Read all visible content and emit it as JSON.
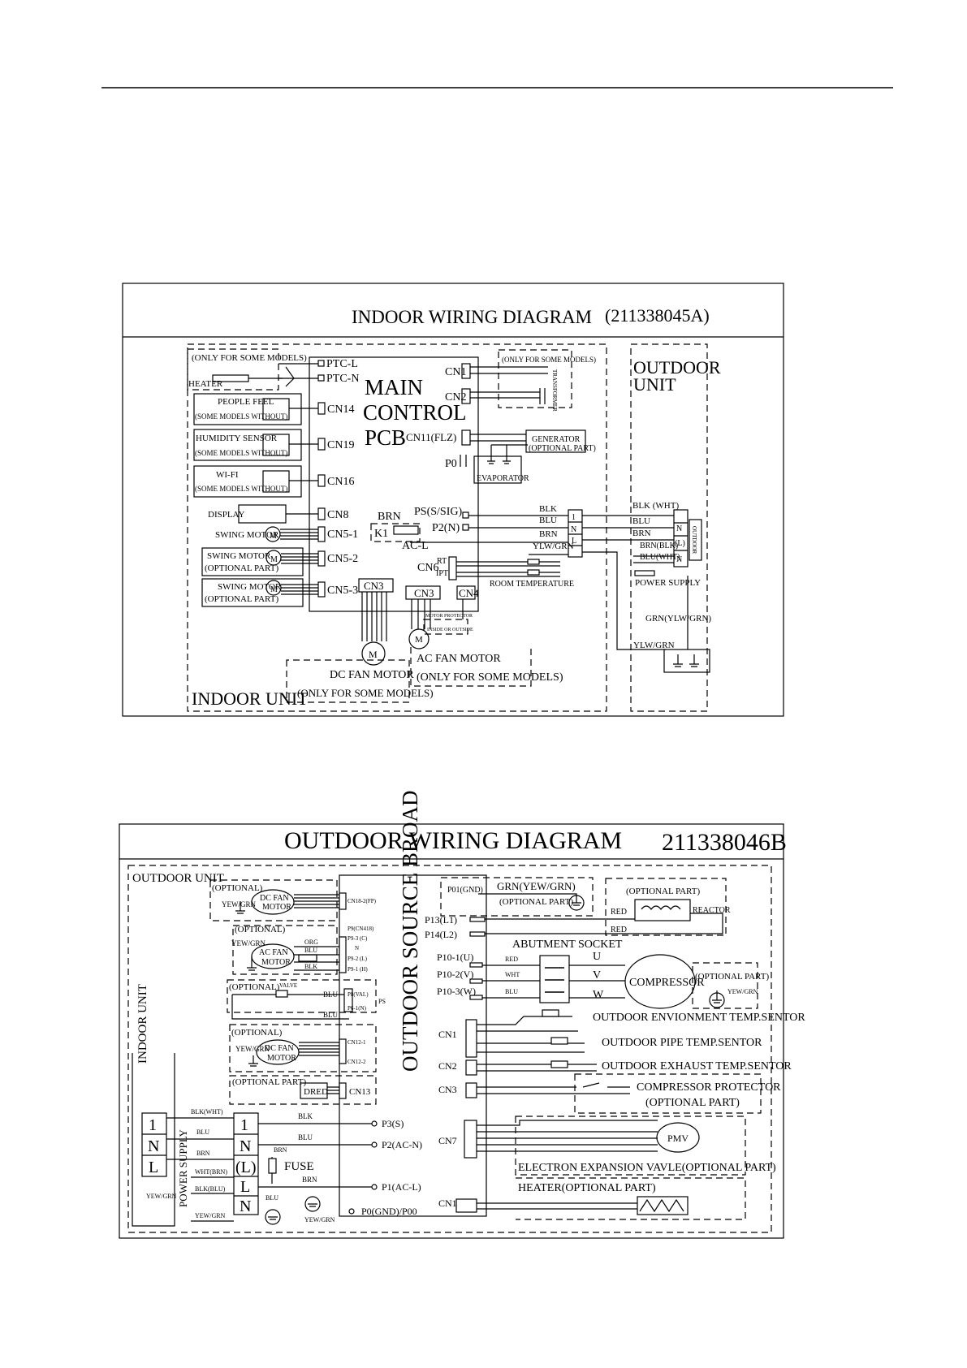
{
  "indoor": {
    "title": "INDOOR WIRING DIAGRAM",
    "code": "(211338045A)",
    "main_pcb": [
      "MAIN",
      "CONTROL",
      "PCB"
    ],
    "indoor_unit": "INDOOR UNIT",
    "outdoor_unit": [
      "OUTDOOR",
      "UNIT"
    ],
    "only_some": "(ONLY FOR SOME MODELS)",
    "heater": "HEATER",
    "ptc_l": "PTC-L",
    "ptc_n": "PTC-N",
    "people_feel": "PEOPLE FEEL",
    "some_without": "(SOME MODELS WITHOUT)",
    "humidity": "HUMIDITY SENSOR",
    "wifi": "WI-FI",
    "display": "DISPLAY",
    "swing": "SWING MOTOR",
    "optional": "(OPTIONAL PART)",
    "cn14": "CN14",
    "cn19": "CN19",
    "cn16": "CN16",
    "cn8": "CN8",
    "cn51": "CN5-1",
    "cn52": "CN5-2",
    "cn53": "CN5-3",
    "cn1": "CN1",
    "cn2": "CN2",
    "cn11": "CN11(FLZ)",
    "p0": "P0",
    "transformer": "TRANSFORMER",
    "generator": "GENERATOR",
    "evaporator": "EVAPORATOR",
    "ps": "PS(S/SIG)",
    "p2": "P2(N)",
    "brn": "BRN",
    "k1": "K1",
    "acl": "AC-L",
    "cn6": "CN6",
    "rt": "RT",
    "ipt": "IPT",
    "room_temp": "ROOM TEMPERATURE",
    "cn3": "CN3",
    "cn4": "CN4",
    "motor_protector": "MOTOR PROTECTOR",
    "inside_outside": "INSIDE OR OUTSIDE",
    "ac_fan": "AC FAN MOTOR",
    "only_some2": "(ONLY FOR SOME MODELS)",
    "dc_fan": "DC FAN MOTOR",
    "only_some3": "(ONLY FOR SOME MODELS)",
    "w_blk": "BLK",
    "w_blu": "BLU",
    "w_brn": "BRN",
    "w_ylw": "YLW/GRN",
    "o_blk": "BLK (WHT)",
    "o_blu": "BLU",
    "o_brn": "BRN",
    "o_brnblk": "BRN(BLK)",
    "o_bluwht": "BLU(WHT)",
    "power_supply": "POWER SUPPLY",
    "grn": "GRN(YLW/GRN)",
    "ylwgrn": "YLW/GRN",
    "term_1": "1",
    "term_n": "N",
    "term_l": "L",
    "term_nl": "(L)",
    "outdoor_tag": "OUTDOOR"
  },
  "outdoor": {
    "title": "OUTDOOR WIRING DIAGRAM",
    "code": "211338046B",
    "outdoor_unit": "OUTDOOR UNIT",
    "board": "OUTDOOR SOURCE BROAD",
    "optional": "(OPTIONAL)",
    "yewgrn": "YEW/GRN",
    "dc_fan": [
      "DC FAN",
      "MOTOR"
    ],
    "ac_fan": [
      "AC FAN",
      "MOTOR"
    ],
    "cn18": "CN18-2(FP)",
    "p9": "P9(CN418)",
    "p93": "P9-3 (C)",
    "p92": "P9-2 (L)",
    "p91": "P9-1 (H)",
    "n": "N",
    "org": "ORG",
    "blu": "BLU",
    "red": "RED",
    "blk": "BLK",
    "brn": "BRN",
    "wht": "WHT",
    "valve": "VALVE",
    "p8": "P8(VAL)",
    "p61": "P6-1(N)",
    "ps": "PS",
    "cn121": "CN12-1",
    "cn122": "CN12-2",
    "optional_part": "(OPTIONAL PART)",
    "dred": "DRED",
    "cn13": "CN13",
    "indoor_unit": "INDOOR UNIT",
    "power_supply": "POWER SUPPLY",
    "blkwht": "BLK(WHT)",
    "whtbrn": "WHT(BRN)",
    "blkblu": "BLK(BLU)",
    "fuse": "FUSE",
    "p3": "P3(S)",
    "p2": "P2(AC-N)",
    "p1": "P1(AC-L)",
    "p0": "P0(GND)/P00",
    "p01": "P01(GND)",
    "grn": "GRN(YEW/GRN)",
    "p13": "P13(L1)",
    "p14": "P14(L2)",
    "reactor": "REACTOR",
    "abutment": "ABUTMENT SOCKET",
    "p101": "P10-1(U)",
    "p102": "P10-2(V)",
    "p103": "P10-3(W)",
    "u": "U",
    "v": "V",
    "w": "W",
    "compressor": "COMPRESSOR",
    "env": "OUTDOOR ENVIONMENT TEMP.SENTOR",
    "pipe": "OUTDOOR PIPE TEMP.SENTOR",
    "exhaust": "OUTDOOR EXHAUST TEMP.SENTOR",
    "comp_protector": "COMPRESSOR PROTECTOR",
    "cn1": "CN1",
    "cn2": "CN2",
    "cn3": "CN3",
    "cn7": "CN7",
    "cn11": "CN11",
    "pmv": "PMV",
    "eev": "ELECTRON EXPANSION VAVLE(OPTIONAL PART)",
    "heater": "HEATER(OPTIONAL PART)",
    "t1": "1",
    "tn": "N",
    "tl": "L",
    "tlp": "(L)"
  }
}
